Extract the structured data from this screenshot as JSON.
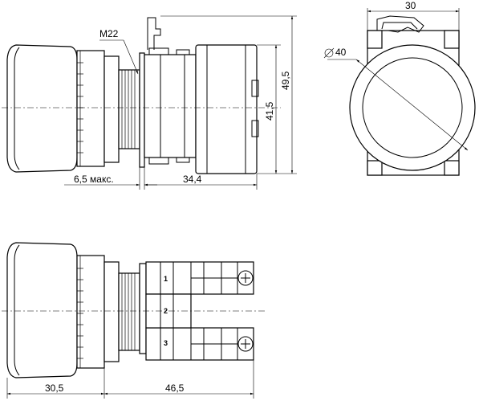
{
  "dimensions": {
    "thread": "M22",
    "panel_thickness": "6,5 макс.",
    "body_depth_front": "34,4",
    "height_outer": "49,5",
    "height_inner": "41,5",
    "width_top": "30",
    "diameter": "40",
    "cap_depth_side": "30,5",
    "body_depth_side": "46,5"
  },
  "contact_labels": [
    "1",
    "2",
    "3"
  ]
}
